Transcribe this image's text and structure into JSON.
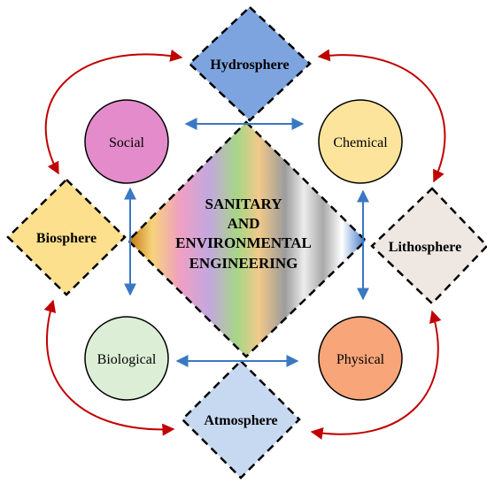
{
  "center": {
    "lines": [
      "SANITARY",
      "AND",
      "ENVIRONMENTAL",
      "ENGINEERING"
    ]
  },
  "spheres": {
    "hydrosphere": "Hydrosphere",
    "biosphere": "Biosphere",
    "lithosphere": "Lithosphere",
    "atmosphere": "Atmosphere"
  },
  "aspects": {
    "social": "Social",
    "chemical": "Chemical",
    "biological": "Biological",
    "physical": "Physical"
  },
  "colors": {
    "hydrosphere": "#7ea4df",
    "biosphere": "#fce08e",
    "lithosphere": "#eee7e2",
    "atmosphere": "#c7d9f0",
    "social": "#e48ccb",
    "chemical": "#fde49c",
    "biological": "#dcefd6",
    "physical": "#f8a57a",
    "blue_arrow": "#3a78c2",
    "red_arrow": "#c00000"
  }
}
